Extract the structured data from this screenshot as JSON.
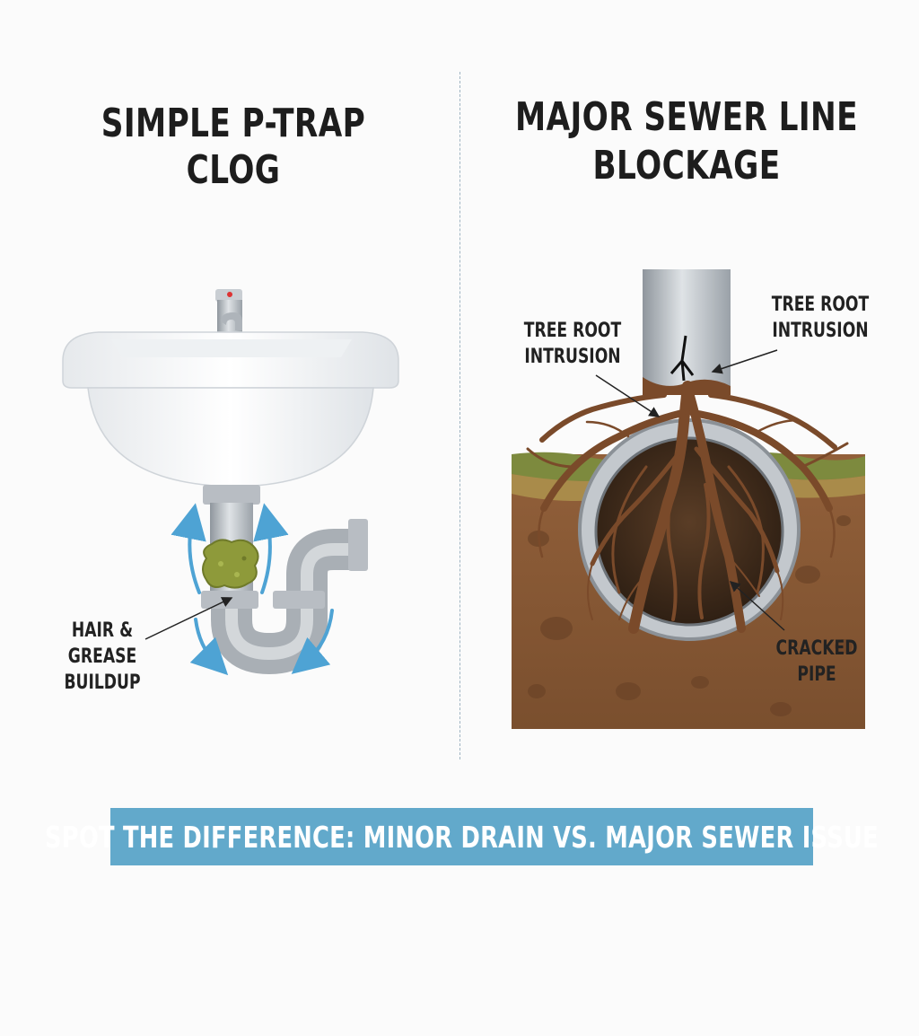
{
  "panels": {
    "left": {
      "title": "SIMPLE P-TRAP CLOG",
      "callout": {
        "line1": "HAIR &",
        "line2": "GREASE",
        "line3": "BUILDUP"
      }
    },
    "right": {
      "title_line1": "MAJOR SEWER LINE",
      "title_line2": "BLOCKAGE",
      "callouts": {
        "root_left": {
          "line1": "TREE ROOT",
          "line2": "INTRUSION"
        },
        "root_right": {
          "line1": "TREE ROOT",
          "line2": "INTRUSION"
        },
        "cracked": {
          "line1": "CRACKED",
          "line2": "PIPE"
        }
      }
    }
  },
  "banner": {
    "text": "SPOT THE DIFFERENCE: MINOR DRAIN VS. MAJOR SEWER ISSUE"
  },
  "colors": {
    "banner": "#62a9cb",
    "soil": "#8a5a36",
    "grass": "#7d8a3e",
    "root": "#7a4a2a",
    "pipe": "#b9bec4",
    "clog": "#8e9a3a",
    "flow_arrow": "#4ea3d4"
  },
  "icons": [
    "sink-illustration",
    "p-trap-pipe",
    "flow-arrow-icon",
    "sewer-pipe-illustration",
    "tree-roots",
    "crack-mark"
  ]
}
